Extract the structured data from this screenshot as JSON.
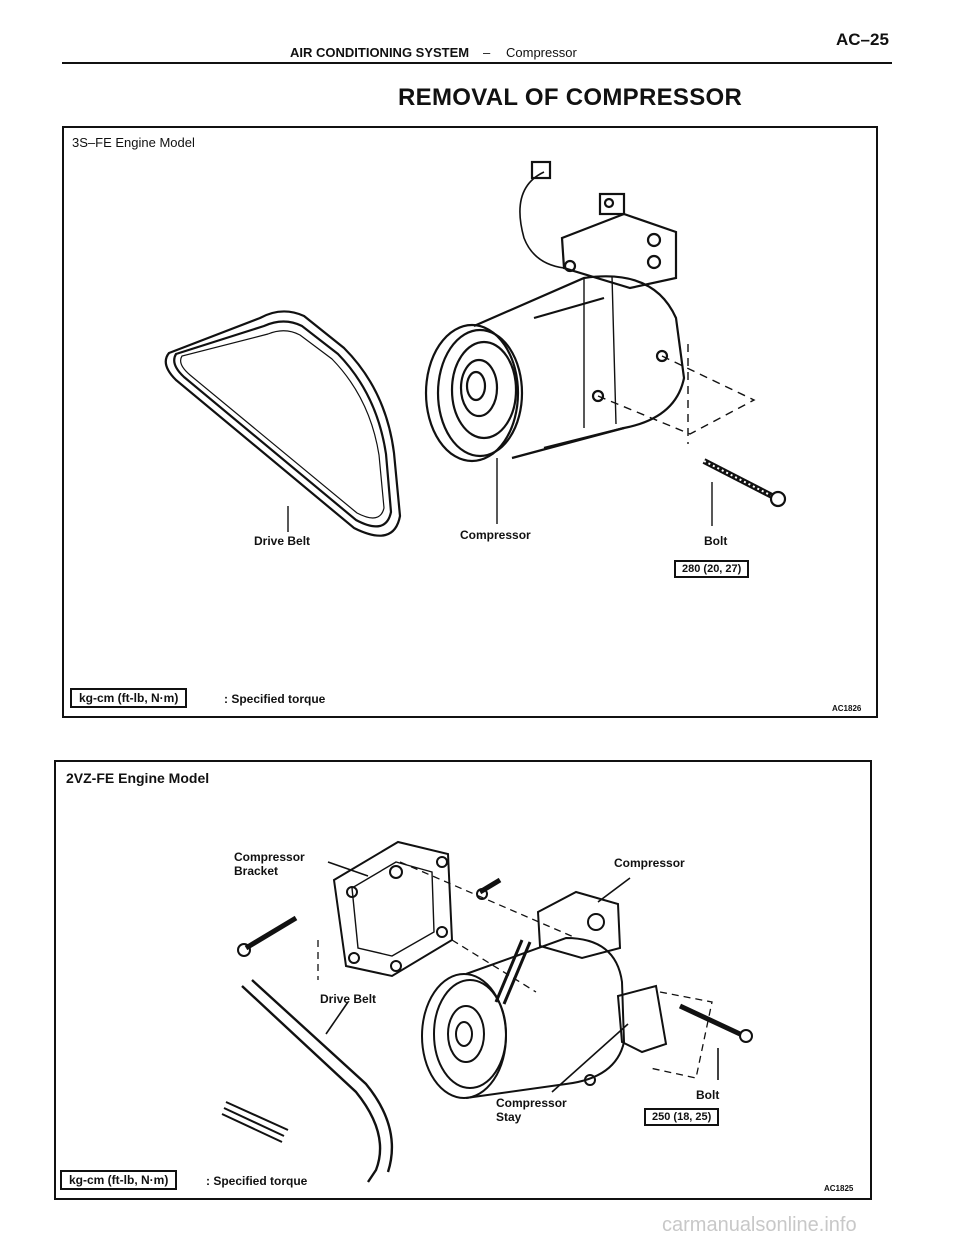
{
  "header": {
    "section": "AIR CONDITIONING SYSTEM",
    "separator": "–",
    "subsection": "Compressor",
    "page": "AC–25"
  },
  "title": "REMOVAL OF COMPRESSOR",
  "figure1": {
    "model": "3S–FE Engine Model",
    "labels": {
      "drive_belt": "Drive Belt",
      "compressor": "Compressor",
      "bolt": "Bolt"
    },
    "torque": "280 (20, 27)",
    "legend_unit": "kg-cm (ft-lb, N·m)",
    "legend_text": ": Specified torque",
    "figure_id": "AC1826"
  },
  "figure2": {
    "model": "2VZ-FE Engine Model",
    "labels": {
      "compressor_bracket": "Compressor\nBracket",
      "compressor": "Compressor",
      "drive_belt": "Drive Belt",
      "compressor_stay": "Compressor\nStay",
      "bolt": "Bolt"
    },
    "torque": "250 (18, 25)",
    "legend_unit": "kg-cm (ft-lb, N·m)",
    "legend_text": ": Specified torque",
    "figure_id": "AC1825"
  },
  "watermark": "carmanualsonline.info"
}
